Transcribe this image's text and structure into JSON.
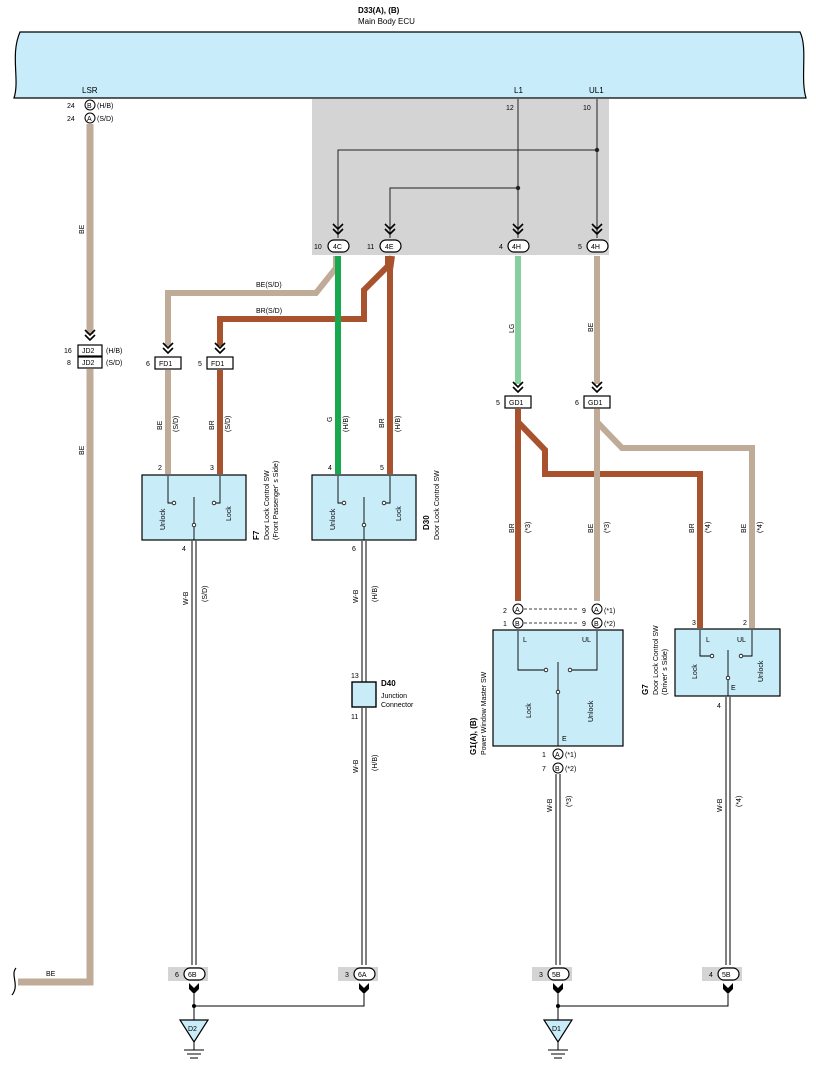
{
  "ecu": {
    "title": "D33(A), (B)",
    "name": "Main Body ECU",
    "lsr": "LSR",
    "l1": "L1",
    "ul1": "UL1",
    "pin_lsr_b": "24",
    "pin_lsr_a": "24",
    "conn_b": "B",
    "conn_a": "A",
    "lsr_b_spec": "(H/B)",
    "lsr_a_spec": "(S/D)",
    "pin_l1": "12",
    "pin_ul1": "10"
  },
  "internal_connectors": [
    {
      "pin": "10",
      "id": "4C"
    },
    {
      "pin": "11",
      "id": "4E"
    },
    {
      "pin": "4",
      "id": "4H"
    },
    {
      "pin": "5",
      "id": "4H"
    }
  ],
  "wires": {
    "be": "BE",
    "br": "BR",
    "g": "G",
    "lg": "LG",
    "wb": "W-B",
    "be_sd": "BE(S/D)",
    "br_sd": "BR(S/D)",
    "sd": "(S/D)",
    "hb": "(H/B)",
    "s3": "(*3)",
    "s4": "(*4)"
  },
  "jd2": {
    "id": "JD2",
    "pin1": "16",
    "pin2": "8",
    "spec1": "(H/B)",
    "spec2": "(S/D)"
  },
  "fd1": {
    "id": "FD1",
    "pin_left": "6",
    "pin_right": "5"
  },
  "gd1": {
    "id": "GD1",
    "pin_left": "5",
    "pin_right": "6"
  },
  "f7": {
    "code": "F7",
    "name1": "Door Lock Control SW",
    "name2": "(Front Passenger' s Side)",
    "unlock": "Unlock",
    "lock": "Lock",
    "pin2": "2",
    "pin3": "3",
    "pin4": "4"
  },
  "d30": {
    "code": "D30",
    "name": "Door Lock Control SW",
    "unlock": "Unlock",
    "lock": "Lock",
    "pin4": "4",
    "pin5": "5",
    "pin6": "6"
  },
  "d40": {
    "code": "D40",
    "name1": "Junction",
    "name2": "Connector",
    "pin_top": "13",
    "pin_bottom": "11"
  },
  "g1": {
    "code": "G1(A), (B)",
    "name": "Power Window Master SW",
    "l": "L",
    "ul": "UL",
    "e": "E",
    "lock": "Lock",
    "unlock": "Unlock",
    "top_a_left": "2",
    "top_b_left": "1",
    "top_a_right": "9",
    "top_b_right": "9",
    "s1": "(*1)",
    "s2": "(*2)",
    "bot_a": "1",
    "bot_b": "7",
    "conn_a": "A",
    "conn_b": "B"
  },
  "g7": {
    "code": "G7",
    "name1": "Door Lock Control SW",
    "name2": "(Driver' s Side)",
    "l": "L",
    "ul": "UL",
    "e": "E",
    "lock": "Lock",
    "unlock": "Unlock",
    "pin3": "3",
    "pin2": "2",
    "pin4": "4"
  },
  "ground_connectors": [
    {
      "pin": "6",
      "id": "6B"
    },
    {
      "pin": "3",
      "id": "6A"
    },
    {
      "pin": "3",
      "id": "5B"
    },
    {
      "pin": "4",
      "id": "5B"
    }
  ],
  "grounds": {
    "d2": "D2",
    "d1": "D1"
  },
  "colors": {
    "be": "#bfab98",
    "br": "#a8532e",
    "g": "#18a84e",
    "lg": "#88cfa0",
    "ecu_fill": "#c8ecfa",
    "sw_fill": "#c9ecf9",
    "gray_box": "#d4d4d4"
  }
}
